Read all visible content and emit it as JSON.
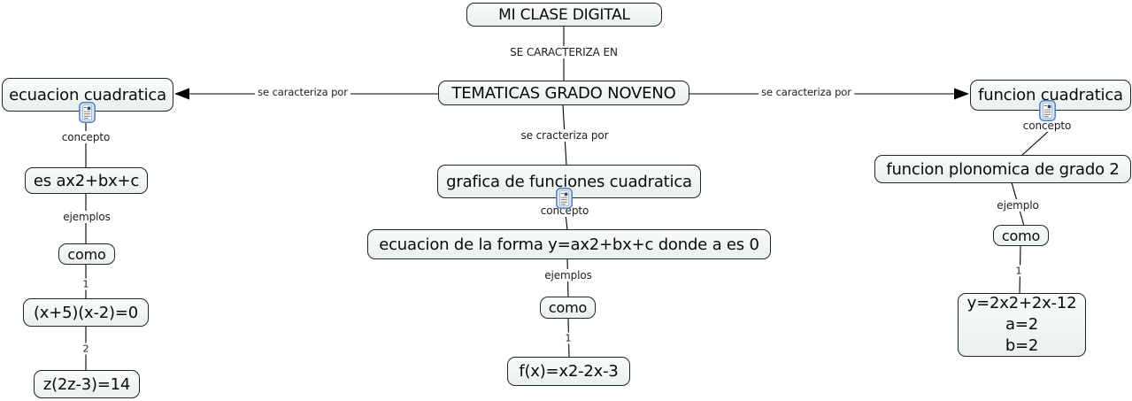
{
  "canvas": {
    "background": "#ffffff",
    "node_fill_top": "#f8fbfb",
    "node_fill_bottom": "#e9f0f0",
    "node_border": "#242424",
    "line_color": "#000000"
  },
  "nodes": {
    "mi_clase_digital": "MI CLASE DIGITAL",
    "tematicas": "TEMATICAS GRADO NOVENO",
    "ecuacion_cuadratica": "ecuacion cuadratica",
    "es_ax2": "es ax2+bx+c",
    "como_left": "como",
    "ejemplo_left_1": "(x+5)(x-2)=0",
    "ejemplo_left_2": "z(2z-3)=14",
    "grafica": "grafica de funciones cuadratica",
    "ecuacion_forma": "ecuacion de la forma y=ax2+bx+c donde a es 0",
    "como_center": "como",
    "fx": "f(x)=x2-2x-3",
    "funcion_cuadratica": "funcion cuadratica",
    "funcion_plonomica": "funcion plonomica de grado 2",
    "como_right": "como",
    "ejemplo_right": {
      "line1": "y=2x2+2x-12",
      "line2": "a=2",
      "line3": "b=2"
    }
  },
  "link_labels": {
    "se_caracteriza_en": "SE CARACTERIZA EN",
    "se_caracteriza_por_left": "se caracteriza por",
    "se_cracteriza_por_center": "se cracteriza por",
    "se_caracteriza_por_right": "se caracteriza por",
    "concepto_left": "concepto",
    "concepto_center": "concepto",
    "concepto_right": "concepto",
    "ejemplos_left": "ejemplos",
    "ejemplos_center": "ejemplos",
    "ejemplo_right": "ejemplo",
    "num_1_left": "1",
    "num_2_left": "2",
    "num_1_center": "1",
    "num_1_right": "1"
  },
  "icons": {
    "resource": "document-with-image-icon"
  }
}
